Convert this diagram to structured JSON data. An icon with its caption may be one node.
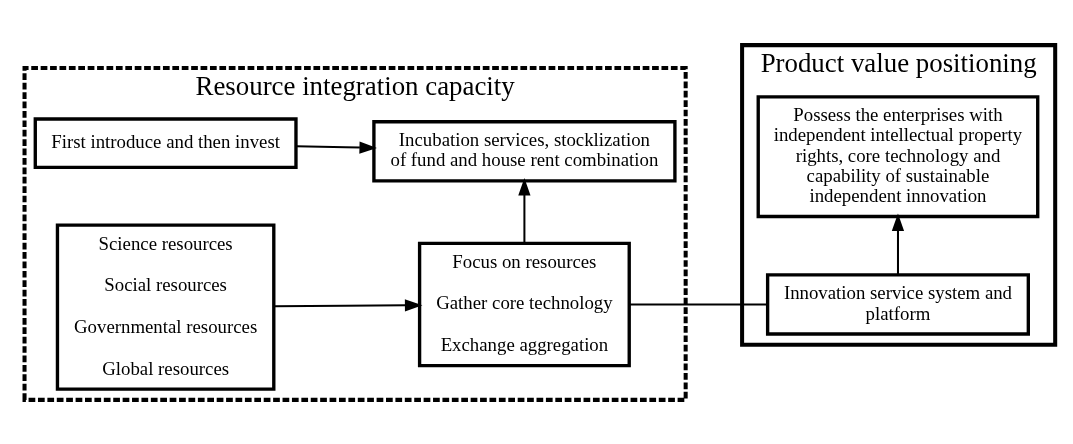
{
  "diagram": {
    "nodes": [
      {
        "text": [
          "Resource integration capacity"
        ]
      },
      {
        "text": [
          "Science resources",
          "Social resources",
          "Governmental resources",
          "Global resources"
        ],
        "in": 0
      },
      {
        "text": [
          "Focus on resources",
          "Gather core technology",
          "Exchange aggregation"
        ],
        "in": 0
      },
      {
        "text": [
          "First introduce and then invest"
        ],
        "in": 0
      },
      {
        "text": [
          "Incubation services, stocklization of fund and house rent combination"
        ],
        "in": 0
      },
      {
        "text": [
          "Product value positioning"
        ]
      },
      {
        "text": [
          "Innovation service system and platform"
        ],
        "in": 5
      },
      {
        "text": [
          "Possess the enterprises with independent intellectual property rights, core technology and capability of sustainable independent innovation"
        ],
        "in": 5
      }
    ],
    "edges": [
      {
        "from": 1,
        "to": 2,
        "arrow": "to"
      },
      {
        "from": 2,
        "to": 4,
        "arrow": "to"
      },
      {
        "from": 3,
        "to": 4,
        "arrow": "to"
      },
      {
        "from": 2,
        "to": 6,
        "arrow": "none"
      },
      {
        "from": 6,
        "to": 7,
        "arrow": "to"
      }
    ]
  }
}
